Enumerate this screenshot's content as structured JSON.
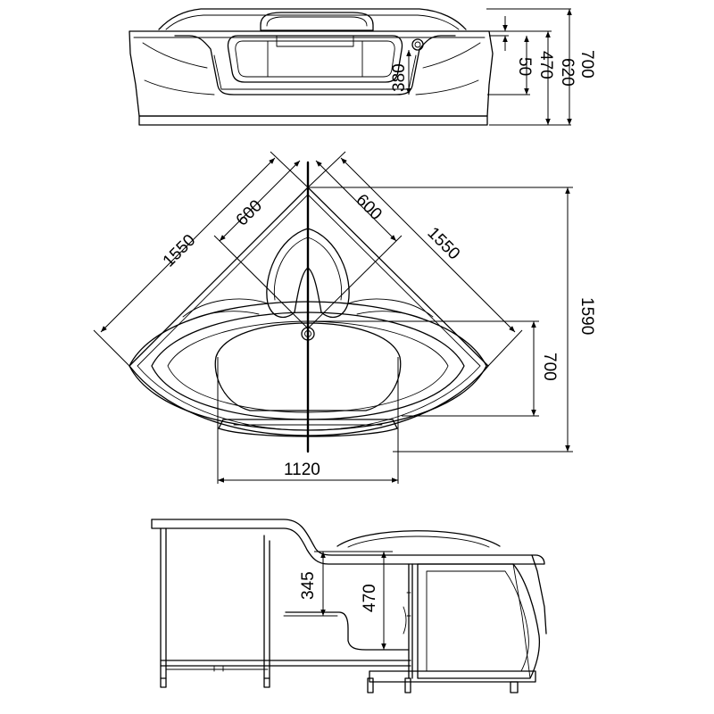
{
  "top_view": {
    "dim_50": "50",
    "dim_470": "470",
    "dim_620": "620",
    "dim_700": "700",
    "dim_380": "380"
  },
  "plan_view": {
    "dim_side_left": "1550",
    "dim_side_right": "1550",
    "dim_600_left": "600",
    "dim_600_right": "600",
    "dim_depth": "1590",
    "dim_700": "700",
    "dim_width": "1120"
  },
  "side_view": {
    "dim_345": "345",
    "dim_470": "470"
  }
}
